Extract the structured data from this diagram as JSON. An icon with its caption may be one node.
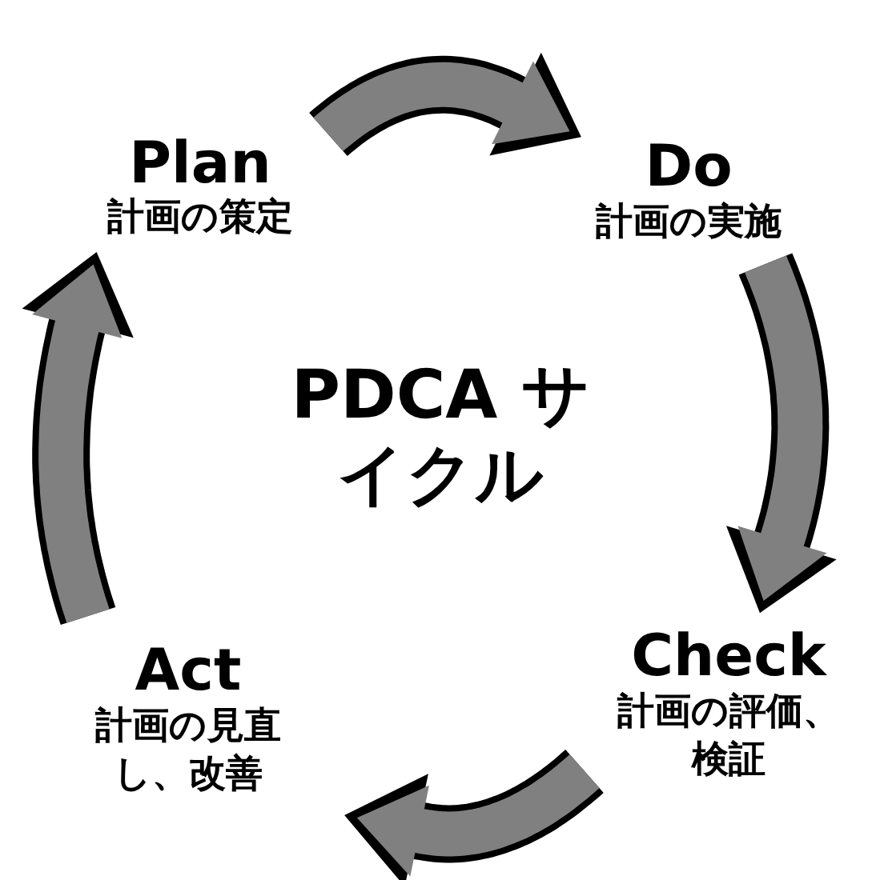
{
  "diagram": {
    "title": "PDCA サイクル",
    "nodes": [
      {
        "text": [
          "Plan",
          "計画の策定"
        ]
      },
      {
        "text": [
          "Do",
          "計画の実施"
        ]
      },
      {
        "text": [
          "Check",
          "計画の評価、検証"
        ]
      },
      {
        "text": [
          "Act",
          "計画の見直し、改善"
        ]
      }
    ],
    "edges": [
      {
        "from": 0,
        "to": 1,
        "arrow": "to"
      },
      {
        "from": 1,
        "to": 2,
        "arrow": "to"
      },
      {
        "from": 2,
        "to": 3,
        "arrow": "to"
      },
      {
        "from": 3,
        "to": 0,
        "arrow": "to"
      }
    ]
  }
}
